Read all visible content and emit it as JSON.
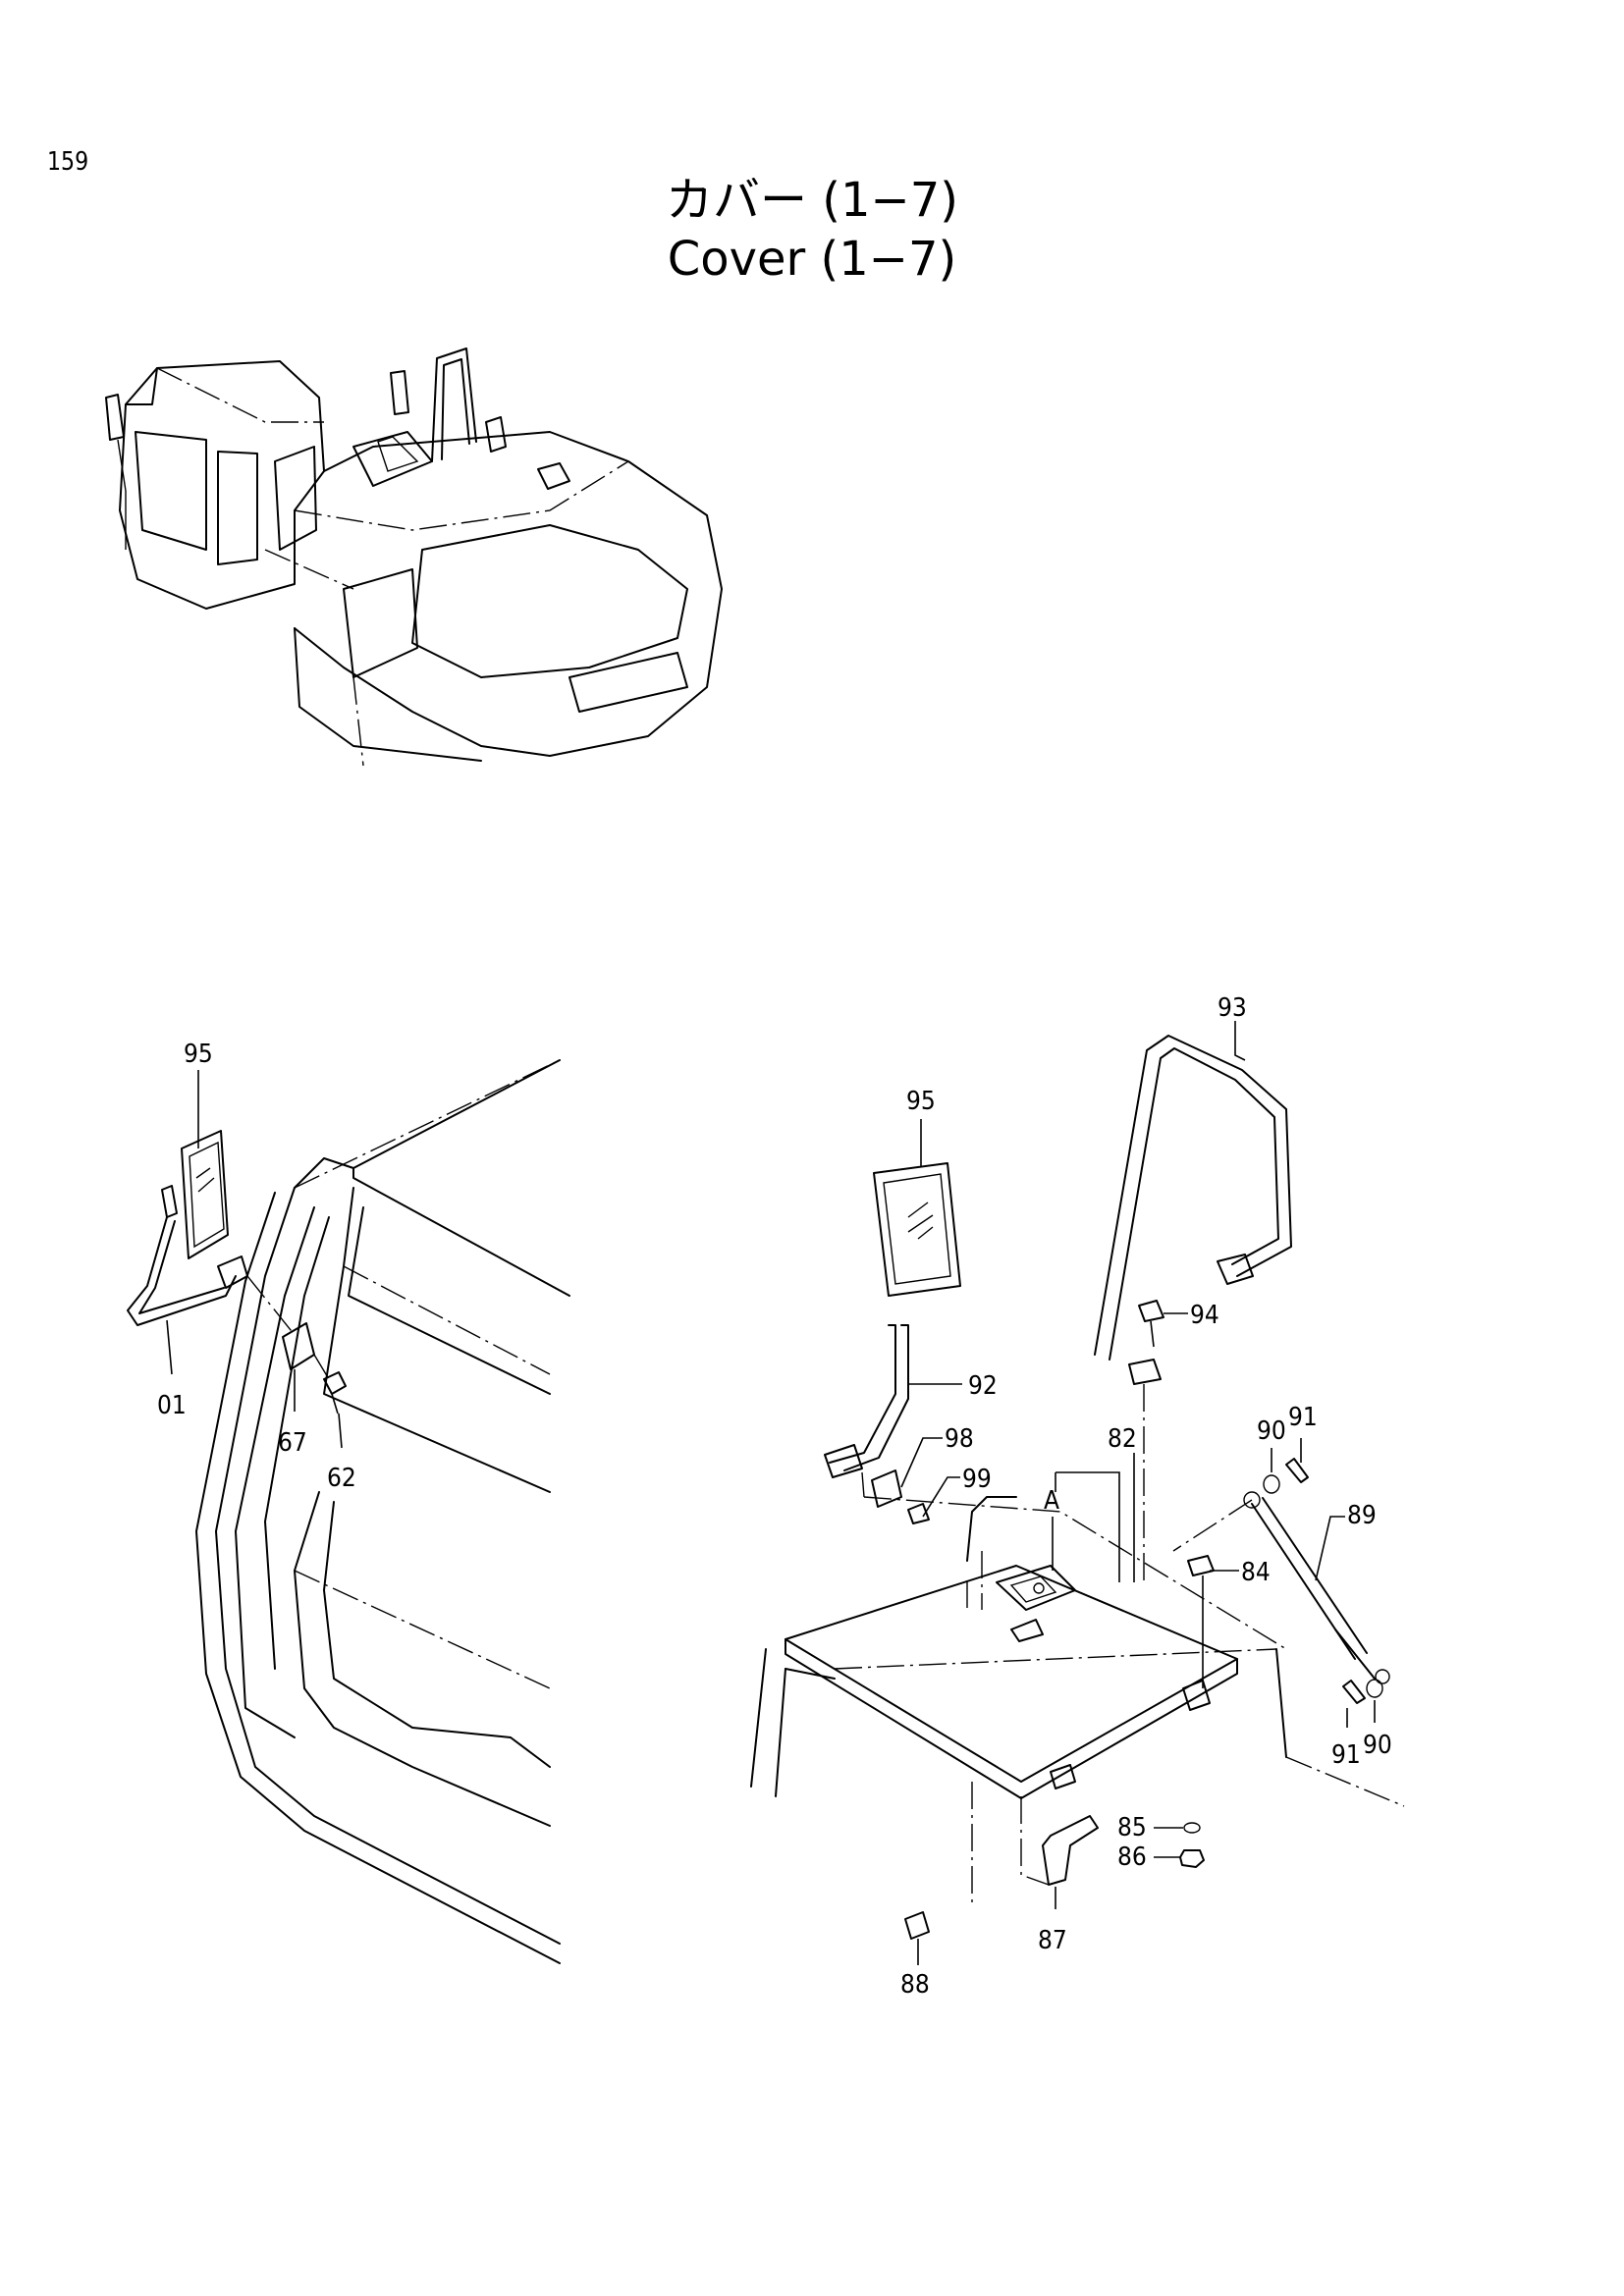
{
  "page": {
    "number": "159"
  },
  "title": {
    "ja": "カバー (1−7)",
    "en": "Cover (1−7)"
  },
  "callouts": {
    "left": {
      "p95": "95",
      "p01": "01",
      "p67": "67",
      "p62": "62"
    },
    "right": {
      "p93": "93",
      "p95": "95",
      "p94": "94",
      "p92": "92",
      "p98": "98",
      "p99": "99",
      "p82": "82",
      "detailA": "A",
      "p90a": "90",
      "p91a": "91",
      "p89": "89",
      "p84": "84",
      "p91b": "91",
      "p90b": "90",
      "p85": "85",
      "p86": "86",
      "p87": "87",
      "p88": "88"
    }
  }
}
